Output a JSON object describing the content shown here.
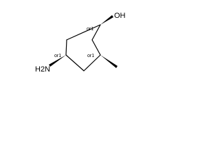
{
  "molecule": {
    "atoms": {
      "hydroxyl": "OH",
      "amino": "H2N"
    },
    "stereo_labels": {
      "c1": "or1",
      "c2": "or1",
      "c4": "or1"
    }
  },
  "colors": {
    "bond": "#000000",
    "text": "#000000",
    "background": "#ffffff"
  }
}
